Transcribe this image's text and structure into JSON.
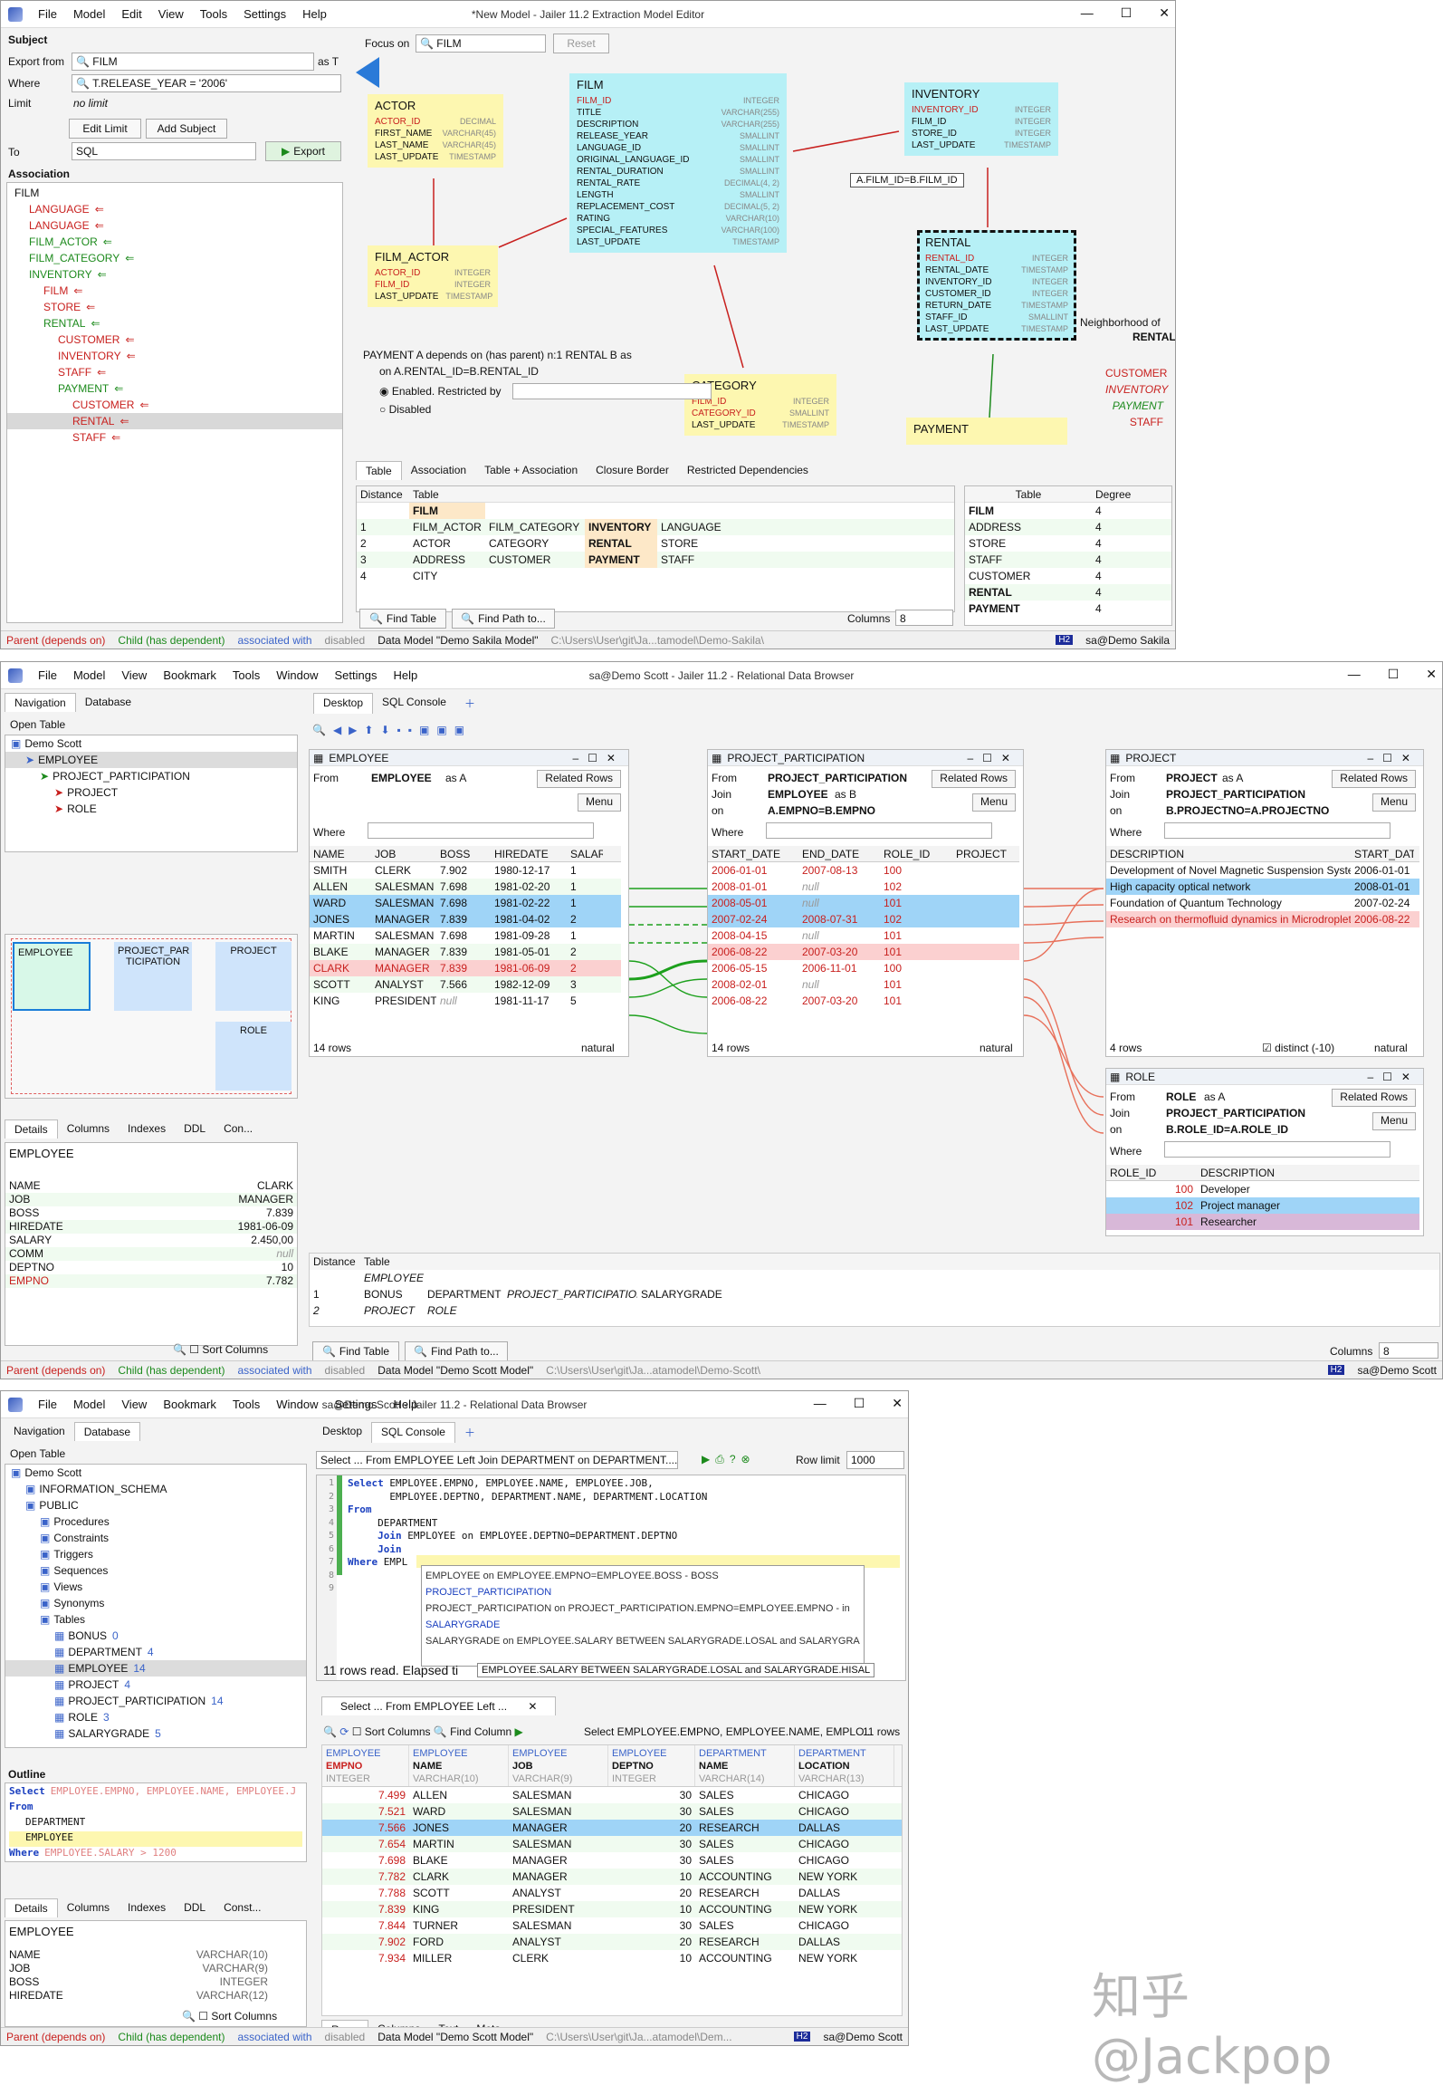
{
  "w1": {
    "title": "*New Model - Jailer 11.2 Extraction Model Editor",
    "menu": [
      "File",
      "Model",
      "Edit",
      "View",
      "Tools",
      "Settings",
      "Help"
    ],
    "subject_heading": "Subject",
    "export_from_label": "Export from",
    "export_from_value": "FILM",
    "as_t": "as T",
    "where_label": "Where",
    "where_value": "T.RELEASE_YEAR = '2006'",
    "limit_label": "Limit",
    "limit_value": "no limit",
    "edit_limit": "Edit Limit",
    "add_subject": "Add Subject",
    "to_label": "To",
    "to_value": "SQL",
    "export_btn": "Export",
    "association_heading": "Association",
    "assoc_tree": [
      {
        "t": "FILM",
        "d": 0,
        "c": "#111"
      },
      {
        "t": "LANGUAGE",
        "d": 1,
        "c": "#c8201e"
      },
      {
        "t": "LANGUAGE",
        "d": 1,
        "c": "#c8201e"
      },
      {
        "t": "FILM_ACTOR",
        "d": 1,
        "c": "#1c8a1c"
      },
      {
        "t": "FILM_CATEGORY",
        "d": 1,
        "c": "#1c8a1c"
      },
      {
        "t": "INVENTORY",
        "d": 1,
        "c": "#1c8a1c"
      },
      {
        "t": "FILM",
        "d": 2,
        "c": "#c8201e"
      },
      {
        "t": "STORE",
        "d": 2,
        "c": "#c8201e"
      },
      {
        "t": "RENTAL",
        "d": 2,
        "c": "#1c8a1c"
      },
      {
        "t": "CUSTOMER",
        "d": 3,
        "c": "#c8201e"
      },
      {
        "t": "INVENTORY",
        "d": 3,
        "c": "#c8201e"
      },
      {
        "t": "STAFF",
        "d": 3,
        "c": "#c8201e"
      },
      {
        "t": "PAYMENT",
        "d": 3,
        "c": "#1c8a1c"
      },
      {
        "t": "CUSTOMER",
        "d": 4,
        "c": "#c8201e"
      },
      {
        "t": "RENTAL",
        "d": 4,
        "c": "#c8201e"
      },
      {
        "t": "STAFF",
        "d": 4,
        "c": "#c8201e"
      }
    ],
    "focus_label": "Focus on",
    "focus_value": "FILM",
    "reset": "Reset",
    "actor": {
      "name": "ACTOR",
      "cols": [
        [
          "ACTOR_ID",
          "DECIMAL"
        ],
        [
          "FIRST_NAME",
          "VARCHAR(45)"
        ],
        [
          "LAST_NAME",
          "VARCHAR(45)"
        ],
        [
          "LAST_UPDATE",
          "TIMESTAMP"
        ]
      ]
    },
    "film": {
      "name": "FILM",
      "cols": [
        [
          "FILM_ID",
          "INTEGER"
        ],
        [
          "TITLE",
          "VARCHAR(255)"
        ],
        [
          "DESCRIPTION",
          "VARCHAR(255)"
        ],
        [
          "RELEASE_YEAR",
          "SMALLINT"
        ],
        [
          "LANGUAGE_ID",
          "SMALLINT"
        ],
        [
          "ORIGINAL_LANGUAGE_ID",
          "SMALLINT"
        ],
        [
          "RENTAL_DURATION",
          "SMALLINT"
        ],
        [
          "RENTAL_RATE",
          "DECIMAL(4, 2)"
        ],
        [
          "LENGTH",
          "SMALLINT"
        ],
        [
          "REPLACEMENT_COST",
          "DECIMAL(5, 2)"
        ],
        [
          "RATING",
          "VARCHAR(10)"
        ],
        [
          "SPECIAL_FEATURES",
          "VARCHAR(100)"
        ],
        [
          "LAST_UPDATE",
          "TIMESTAMP"
        ]
      ]
    },
    "inventory": {
      "name": "INVENTORY",
      "cols": [
        [
          "INVENTORY_ID",
          "INTEGER"
        ],
        [
          "FILM_ID",
          "INTEGER"
        ],
        [
          "STORE_ID",
          "INTEGER"
        ],
        [
          "LAST_UPDATE",
          "TIMESTAMP"
        ]
      ]
    },
    "film_actor": {
      "name": "FILM_ACTOR",
      "cols": [
        [
          "ACTOR_ID",
          "INTEGER"
        ],
        [
          "FILM_ID",
          "INTEGER"
        ],
        [
          "LAST_UPDATE",
          "TIMESTAMP"
        ]
      ]
    },
    "rental": {
      "name": "RENTAL",
      "cols": [
        [
          "RENTAL_ID",
          "INTEGER"
        ],
        [
          "RENTAL_DATE",
          "TIMESTAMP"
        ],
        [
          "INVENTORY_ID",
          "INTEGER"
        ],
        [
          "CUSTOMER_ID",
          "INTEGER"
        ],
        [
          "RETURN_DATE",
          "TIMESTAMP"
        ],
        [
          "STAFF_ID",
          "SMALLINT"
        ],
        [
          "LAST_UPDATE",
          "TIMESTAMP"
        ]
      ]
    },
    "category": {
      "name": "CATEGORY",
      "cols": [
        [
          "FILM_ID",
          "INTEGER"
        ],
        [
          "CATEGORY_ID",
          "SMALLINT"
        ],
        [
          "LAST_UPDATE",
          "TIMESTAMP"
        ]
      ]
    },
    "payment": {
      "name": "PAYMENT"
    },
    "tooltip": "A.FILM_ID=B.FILM_ID",
    "neighborhood": "Neighborhood of",
    "neighborhood_of": "RENTAL",
    "neighbors": [
      "CUSTOMER",
      "INVENTORY",
      "PAYMENT",
      "STAFF"
    ],
    "dep_line1": "PAYMENT A depends on (has parent) n:1 RENTAL B as",
    "dep_line2": "on A.RENTAL_ID=B.RENTAL_ID",
    "enabled": "Enabled. Restricted by",
    "disabled": "Disabled",
    "bottom_tabs": [
      "Table",
      "Association",
      "Table + Association",
      "Closure Border",
      "Restricted Dependencies"
    ],
    "dist_headers": [
      "Distance",
      "Table"
    ],
    "dist_rows": [
      [
        "",
        "FILM",
        "",
        "",
        ""
      ],
      [
        "1",
        "FILM_ACTOR",
        "FILM_CATEGORY",
        "INVENTORY",
        "LANGUAGE"
      ],
      [
        "2",
        "ACTOR",
        "CATEGORY",
        "RENTAL",
        "STORE"
      ],
      [
        "3",
        "ADDRESS",
        "CUSTOMER",
        "PAYMENT",
        "STAFF"
      ],
      [
        "4",
        "CITY",
        "",
        "",
        ""
      ]
    ],
    "deg_headers": [
      "Table",
      "Degree"
    ],
    "deg_rows": [
      [
        "FILM",
        "4"
      ],
      [
        "ADDRESS",
        "4"
      ],
      [
        "STORE",
        "4"
      ],
      [
        "STAFF",
        "4"
      ],
      [
        "CUSTOMER",
        "4"
      ],
      [
        "RENTAL",
        "4"
      ],
      [
        "PAYMENT",
        "4"
      ]
    ],
    "find_table": "Find Table",
    "find_path": "Find Path to...",
    "columns_label": "Columns",
    "columns_value": "8",
    "status": {
      "parent": "Parent (depends on)",
      "child": "Child (has dependent)",
      "assoc": "associated with",
      "disabled": "disabled",
      "model": "Data Model \"Demo Sakila Model\"",
      "path": "C:\\Users\\User\\git\\Ja...tamodel\\Demo-Sakila\\",
      "h2": "H2",
      "user": "sa@Demo Sakila"
    }
  },
  "w2": {
    "title": "sa@Demo Scott - Jailer 11.2 - Relational Data Browser",
    "menu": [
      "File",
      "Model",
      "View",
      "Bookmark",
      "Tools",
      "Window",
      "Settings",
      "Help"
    ],
    "nav_tabs": [
      "Navigation",
      "Database"
    ],
    "desk_tabs": [
      "Desktop",
      "SQL Console"
    ],
    "open_table": "Open Table",
    "tree": [
      {
        "t": "Demo Scott",
        "d": 0
      },
      {
        "t": "EMPLOYEE",
        "d": 1
      },
      {
        "t": "PROJECT_PARTICIPATION",
        "d": 2
      },
      {
        "t": "PROJECT",
        "d": 3
      },
      {
        "t": "ROLE",
        "d": 3
      }
    ],
    "mini": [
      "EMPLOYEE",
      "PROJECT_PAR TICIPATION",
      "PROJECT",
      "ROLE"
    ],
    "detail_tabs": [
      "Details",
      "Columns",
      "Indexes",
      "DDL",
      "Con..."
    ],
    "detail_title": "EMPLOYEE",
    "details": [
      [
        "NAME",
        "CLARK"
      ],
      [
        "JOB",
        "MANAGER"
      ],
      [
        "BOSS",
        "7.839"
      ],
      [
        "HIREDATE",
        "1981-06-09"
      ],
      [
        "SALARY",
        "2.450,00"
      ],
      [
        "COMM",
        "null"
      ],
      [
        "DEPTNO",
        "10"
      ],
      [
        "EMPNO",
        "7.782"
      ]
    ],
    "sort_columns": "Sort Columns",
    "emp": {
      "title": "EMPLOYEE",
      "from": "From",
      "table": "EMPLOYEE",
      "as": "as A",
      "related": "Related Rows",
      "menu": "Menu",
      "where": "Where",
      "headers": [
        "NAME",
        "JOB",
        "BOSS",
        "HIREDATE",
        "SALAR"
      ],
      "rows": [
        [
          "SMITH",
          "CLERK",
          "7.902",
          "1980-12-17",
          "1"
        ],
        [
          "ALLEN",
          "SALESMAN",
          "7.698",
          "1981-02-20",
          "1"
        ],
        [
          "WARD",
          "SALESMAN",
          "7.698",
          "1981-02-22",
          "1"
        ],
        [
          "JONES",
          "MANAGER",
          "7.839",
          "1981-04-02",
          "2"
        ],
        [
          "MARTIN",
          "SALESMAN",
          "7.698",
          "1981-09-28",
          "1"
        ],
        [
          "BLAKE",
          "MANAGER",
          "7.839",
          "1981-05-01",
          "2"
        ],
        [
          "CLARK",
          "MANAGER",
          "7.839",
          "1981-06-09",
          "2"
        ],
        [
          "SCOTT",
          "ANALYST",
          "7.566",
          "1982-12-09",
          "3"
        ],
        [
          "KING",
          "PRESIDENT",
          "null",
          "1981-11-17",
          "5"
        ]
      ],
      "count": "14 rows",
      "natural": "natural"
    },
    "pp": {
      "title": "PROJECT_PARTICIPATION",
      "from": "From",
      "table": "PROJECT_PARTICIPATION",
      "join": "Join",
      "jtable": "EMPLOYEE",
      "jas": "as B",
      "on": "on",
      "cond": "A.EMPNO=B.EMPNO",
      "related": "Related Rows",
      "menu": "Menu",
      "where": "Where",
      "headers": [
        "START_DATE",
        "END_DATE",
        "ROLE_ID",
        "PROJECTN"
      ],
      "rows": [
        [
          "2006-01-01",
          "2007-08-13",
          "100"
        ],
        [
          "2008-01-01",
          "null",
          "102"
        ],
        [
          "2008-05-01",
          "null",
          "101"
        ],
        [
          "2007-02-24",
          "2008-07-31",
          "102"
        ],
        [
          "2008-04-15",
          "null",
          "101"
        ],
        [
          "2006-08-22",
          "2007-03-20",
          "101"
        ],
        [
          "2006-05-15",
          "2006-11-01",
          "100"
        ],
        [
          "2008-02-01",
          "null",
          "101"
        ],
        [
          "2006-08-22",
          "2007-03-20",
          "101"
        ]
      ],
      "count": "14 rows",
      "natural": "natural"
    },
    "proj": {
      "title": "PROJECT",
      "from": "From",
      "table": "PROJECT",
      "as": "as A",
      "join": "Join",
      "jtable": "PROJECT_PARTICIPATION",
      "on": "on",
      "cond": "B.PROJECTNO=A.PROJECTNO",
      "related": "Related Rows",
      "menu": "Menu",
      "where": "Where",
      "headers": [
        "DESCRIPTION",
        "START_DAT"
      ],
      "rows": [
        [
          "Development of Novel Magnetic Suspension System",
          "2006-01-01"
        ],
        [
          "High capacity optical network",
          "2008-01-01"
        ],
        [
          "Foundation of Quantum Technology",
          "2007-02-24"
        ],
        [
          "Research on thermofluid dynamics in Microdroplets",
          "2006-08-22"
        ]
      ],
      "count": "4 rows",
      "distinct": "distinct (-10)",
      "natural": "natural"
    },
    "role": {
      "title": "ROLE",
      "from": "From",
      "table": "ROLE",
      "as": "as A",
      "join": "Join",
      "jtable": "PROJECT_PARTICIPATION",
      "on": "on",
      "cond": "B.ROLE_ID=A.ROLE_ID",
      "related": "Related Rows",
      "menu": "Menu",
      "where": "Where",
      "headers": [
        "ROLE_ID",
        "DESCRIPTION"
      ],
      "rows": [
        [
          "100",
          "Developer"
        ],
        [
          "102",
          "Project manager"
        ],
        [
          "101",
          "Researcher"
        ]
      ]
    },
    "dist_headers": [
      "Distance",
      "Table"
    ],
    "dist_rows": [
      [
        "",
        "EMPLOYEE",
        "",
        "",
        ""
      ],
      [
        "1",
        "BONUS",
        "DEPARTMENT",
        "PROJECT_PARTICIPATION",
        "SALARYGRADE"
      ],
      [
        "2",
        "PROJECT",
        "ROLE",
        "",
        ""
      ]
    ],
    "find_table": "Find Table",
    "find_path": "Find Path to...",
    "columns_label": "Columns",
    "columns_value": "8",
    "status": {
      "parent": "Parent (depends on)",
      "child": "Child (has dependent)",
      "assoc": "associated with",
      "disabled": "disabled",
      "model": "Data Model \"Demo Scott Model\"",
      "path": "C:\\Users\\User\\git\\Ja...atamodel\\Demo-Scott\\",
      "h2": "H2",
      "user": "sa@Demo Scott"
    }
  },
  "w3": {
    "title": "sa@Demo Scott - Jailer 11.2 - Relational Data Browser",
    "menu": [
      "File",
      "Model",
      "View",
      "Bookmark",
      "Tools",
      "Window",
      "Settings",
      "Help"
    ],
    "nav_tabs": [
      "Navigation",
      "Database"
    ],
    "desk_tabs": [
      "Desktop",
      "SQL Console"
    ],
    "open_table": "Open Table",
    "tree": [
      {
        "t": "Demo Scott",
        "d": 0
      },
      {
        "t": "INFORMATION_SCHEMA",
        "d": 1
      },
      {
        "t": "PUBLIC",
        "d": 1
      },
      {
        "t": "Procedures",
        "d": 2
      },
      {
        "t": "Constraints",
        "d": 2
      },
      {
        "t": "Triggers",
        "d": 2
      },
      {
        "t": "Sequences",
        "d": 2
      },
      {
        "t": "Views",
        "d": 2
      },
      {
        "t": "Synonyms",
        "d": 2
      },
      {
        "t": "Tables",
        "d": 2
      },
      {
        "t": "BONUS",
        "d": 3,
        "n": "0"
      },
      {
        "t": "DEPARTMENT",
        "d": 3,
        "n": "4"
      },
      {
        "t": "EMPLOYEE",
        "d": 3,
        "n": "14"
      },
      {
        "t": "PROJECT",
        "d": 3,
        "n": "4"
      },
      {
        "t": "PROJECT_PARTICIPATION",
        "d": 3,
        "n": "14"
      },
      {
        "t": "ROLE",
        "d": 3,
        "n": "3"
      },
      {
        "t": "SALARYGRADE",
        "d": 3,
        "n": "5"
      }
    ],
    "outline_title": "Outline",
    "outline": [
      [
        "Select",
        "EMPLOYEE.EMPNO, EMPLOYEE.NAME, EMPLOYEE.J"
      ],
      [
        "From",
        ""
      ],
      [
        "",
        "DEPARTMENT"
      ],
      [
        "",
        "EMPLOYEE"
      ],
      [
        "Where",
        "EMPLOYEE.SALARY > 1200"
      ]
    ],
    "detail_tabs": [
      "Details",
      "Columns",
      "Indexes",
      "DDL",
      "Const..."
    ],
    "detail_title": "EMPLOYEE",
    "details": [
      [
        "NAME",
        "VARCHAR(10)"
      ],
      [
        "JOB",
        "VARCHAR(9)"
      ],
      [
        "BOSS",
        "INTEGER"
      ],
      [
        "HIREDATE",
        "VARCHAR(12)"
      ]
    ],
    "sort_columns": "Sort Columns",
    "query_select": "Select ... From EMPLOYEE Left Join DEPARTMENT on DEPARTMENT....",
    "row_limit": "Row limit",
    "row_limit_value": "1000",
    "code": [
      "Select EMPLOYEE.EMPNO, EMPLOYEE.NAME, EMPLOYEE.JOB,",
      "       EMPLOYEE.DEPTNO, DEPARTMENT.NAME, DEPARTMENT.LOCATION",
      "From",
      "     DEPARTMENT",
      "     Join EMPLOYEE on EMPLOYEE.DEPTNO=DEPARTMENT.DEPTNO",
      "     Join ",
      "Where EMPL",
      "",
      ""
    ],
    "completions": [
      "EMPLOYEE on EMPLOYEE.EMPNO=EMPLOYEE.BOSS - BOSS",
      "PROJECT_PARTICIPATION",
      "PROJECT_PARTICIPATION on PROJECT_PARTICIPATION.EMPNO=EMPLOYEE.EMPNO - in",
      "SALARYGRADE",
      "SALARYGRADE on EMPLOYEE.SALARY BETWEEN SALARYGRADE.LOSAL and SALARYGRAD"
    ],
    "completion_tip": "EMPLOYEE.SALARY BETWEEN SALARYGRADE.LOSAL and SALARYGRADE.HISAL",
    "rows_read": "11 rows read. Elapsed ti",
    "result_tab": "Select ... From EMPLOYEE Left ...",
    "sort_cols": "Sort Columns",
    "find_column": "Find Column",
    "result_sql": "Select EMPLOYEE.EMPNO, EMPLOYEE.NAME, EMPLO...",
    "result_count": "11 rows",
    "res_headers": [
      [
        "EMPLOYEE",
        "EMPNO",
        "INTEGER"
      ],
      [
        "EMPLOYEE",
        "NAME",
        "VARCHAR(10)"
      ],
      [
        "EMPLOYEE",
        "JOB",
        "VARCHAR(9)"
      ],
      [
        "EMPLOYEE",
        "DEPTNO",
        "INTEGER"
      ],
      [
        "DEPARTMENT",
        "NAME",
        "VARCHAR(14)"
      ],
      [
        "DEPARTMENT",
        "LOCATION",
        "VARCHAR(13)"
      ]
    ],
    "res_rows": [
      [
        "7.499",
        "ALLEN",
        "SALESMAN",
        "30",
        "SALES",
        "CHICAGO"
      ],
      [
        "7.521",
        "WARD",
        "SALESMAN",
        "30",
        "SALES",
        "CHICAGO"
      ],
      [
        "7.566",
        "JONES",
        "MANAGER",
        "20",
        "RESEARCH",
        "DALLAS"
      ],
      [
        "7.654",
        "MARTIN",
        "SALESMAN",
        "30",
        "SALES",
        "CHICAGO"
      ],
      [
        "7.698",
        "BLAKE",
        "MANAGER",
        "30",
        "SALES",
        "CHICAGO"
      ],
      [
        "7.782",
        "CLARK",
        "MANAGER",
        "10",
        "ACCOUNTING",
        "NEW YORK"
      ],
      [
        "7.788",
        "SCOTT",
        "ANALYST",
        "20",
        "RESEARCH",
        "DALLAS"
      ],
      [
        "7.839",
        "KING",
        "PRESIDENT",
        "10",
        "ACCOUNTING",
        "NEW YORK"
      ],
      [
        "7.844",
        "TURNER",
        "SALESMAN",
        "30",
        "SALES",
        "CHICAGO"
      ],
      [
        "7.902",
        "FORD",
        "ANALYST",
        "20",
        "RESEARCH",
        "DALLAS"
      ],
      [
        "7.934",
        "MILLER",
        "CLERK",
        "10",
        "ACCOUNTING",
        "NEW YORK"
      ]
    ],
    "bottom_tabs": [
      "Rows",
      "Columns",
      "Text",
      "Meta"
    ],
    "status": {
      "parent": "Parent (depends on)",
      "child": "Child (has dependent)",
      "assoc": "associated with",
      "disabled": "disabled",
      "model": "Data Model \"Demo Scott Model\"",
      "path": "C:\\Users\\User\\git\\Ja...atamodel\\Dem...",
      "h2": "H2",
      "user": "sa@Demo Scott"
    }
  },
  "watermark": "知乎 @Jackpop"
}
